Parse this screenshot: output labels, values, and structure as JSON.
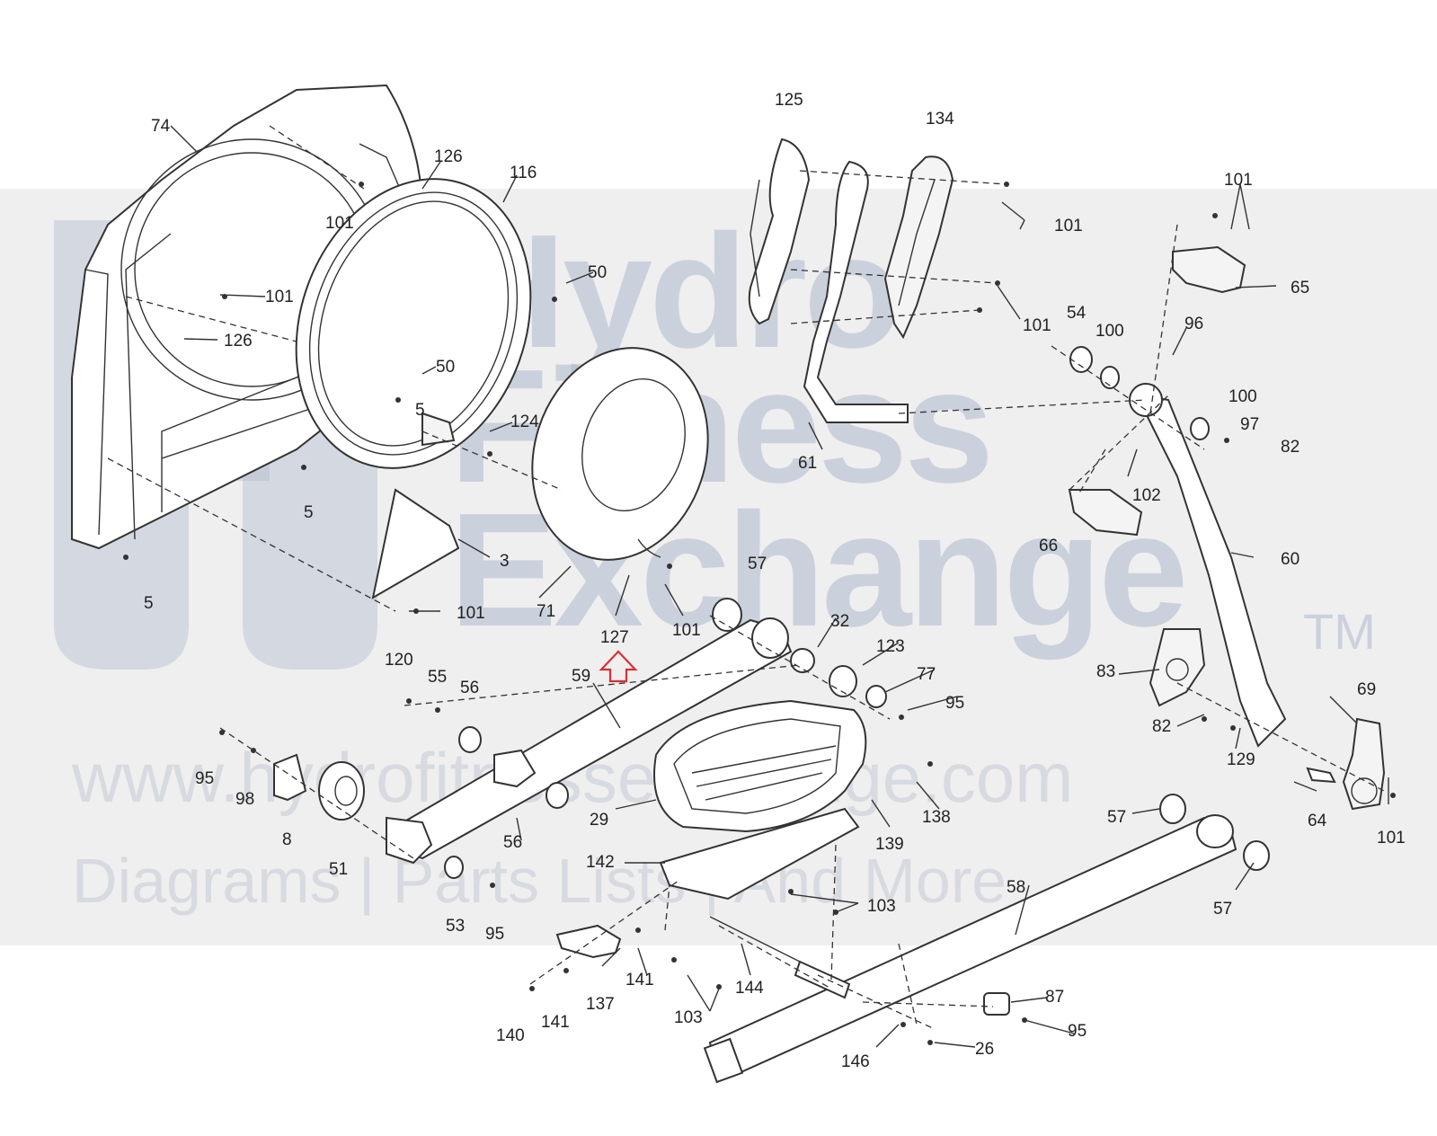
{
  "watermark": {
    "brand_line1": "Hydro",
    "brand_line2": "Fitness",
    "brand_line3": "Exchange",
    "trademark": "TM",
    "url": "www.hydrofitnessexchange.com",
    "tagline": "Diagrams | Parts Lists | And More"
  },
  "colors": {
    "line": "#333333",
    "watermark_band": "#e1e1e3",
    "watermark_text": "#aeb9cc",
    "arrow": "#d9302f"
  },
  "callouts": [
    {
      "id": "c1",
      "text": "74"
    },
    {
      "id": "c2",
      "text": "126"
    },
    {
      "id": "c3",
      "text": "116"
    },
    {
      "id": "c4",
      "text": "101"
    },
    {
      "id": "c5",
      "text": "101"
    },
    {
      "id": "c6",
      "text": "126"
    },
    {
      "id": "c7",
      "text": "50"
    },
    {
      "id": "c8",
      "text": "50"
    },
    {
      "id": "c9",
      "text": "5"
    },
    {
      "id": "c10",
      "text": "124"
    },
    {
      "id": "c11",
      "text": "5"
    },
    {
      "id": "c12",
      "text": "3"
    },
    {
      "id": "c13",
      "text": "5"
    },
    {
      "id": "c14",
      "text": "101"
    },
    {
      "id": "c15",
      "text": "71"
    },
    {
      "id": "c16",
      "text": "127"
    },
    {
      "id": "c17",
      "text": "101"
    },
    {
      "id": "c18",
      "text": "57"
    },
    {
      "id": "c19",
      "text": "125"
    },
    {
      "id": "c20",
      "text": "134"
    },
    {
      "id": "c21",
      "text": "101"
    },
    {
      "id": "c22",
      "text": "101"
    },
    {
      "id": "c23",
      "text": "101"
    },
    {
      "id": "c24",
      "text": "65"
    },
    {
      "id": "c25",
      "text": "54"
    },
    {
      "id": "c26",
      "text": "100"
    },
    {
      "id": "c27",
      "text": "96"
    },
    {
      "id": "c28",
      "text": "100"
    },
    {
      "id": "c29",
      "text": "97"
    },
    {
      "id": "c30",
      "text": "82"
    },
    {
      "id": "c31",
      "text": "61"
    },
    {
      "id": "c32",
      "text": "102"
    },
    {
      "id": "c33",
      "text": "66"
    },
    {
      "id": "c34",
      "text": "60"
    },
    {
      "id": "c35",
      "text": "32"
    },
    {
      "id": "c36",
      "text": "123"
    },
    {
      "id": "c37",
      "text": "77"
    },
    {
      "id": "c38",
      "text": "95"
    },
    {
      "id": "c39",
      "text": "59"
    },
    {
      "id": "c40",
      "text": "120"
    },
    {
      "id": "c41",
      "text": "55"
    },
    {
      "id": "c42",
      "text": "56"
    },
    {
      "id": "c43",
      "text": "95"
    },
    {
      "id": "c44",
      "text": "98"
    },
    {
      "id": "c45",
      "text": "8"
    },
    {
      "id": "c46",
      "text": "51"
    },
    {
      "id": "c47",
      "text": "56"
    },
    {
      "id": "c48",
      "text": "29"
    },
    {
      "id": "c49",
      "text": "138"
    },
    {
      "id": "c50",
      "text": "139"
    },
    {
      "id": "c51",
      "text": "83"
    },
    {
      "id": "c52",
      "text": "82"
    },
    {
      "id": "c53",
      "text": "129"
    },
    {
      "id": "c54",
      "text": "69"
    },
    {
      "id": "c55",
      "text": "64"
    },
    {
      "id": "c56",
      "text": "101"
    },
    {
      "id": "c57",
      "text": "57"
    },
    {
      "id": "c58",
      "text": "57"
    },
    {
      "id": "c59",
      "text": "142"
    },
    {
      "id": "c60",
      "text": "103"
    },
    {
      "id": "c61",
      "text": "58"
    },
    {
      "id": "c62",
      "text": "53"
    },
    {
      "id": "c63",
      "text": "95"
    },
    {
      "id": "c64",
      "text": "141"
    },
    {
      "id": "c65",
      "text": "137"
    },
    {
      "id": "c66",
      "text": "141"
    },
    {
      "id": "c67",
      "text": "140"
    },
    {
      "id": "c68",
      "text": "144"
    },
    {
      "id": "c69",
      "text": "103"
    },
    {
      "id": "c70",
      "text": "87"
    },
    {
      "id": "c71",
      "text": "95"
    },
    {
      "id": "c72",
      "text": "146"
    },
    {
      "id": "c73",
      "text": "26"
    }
  ]
}
